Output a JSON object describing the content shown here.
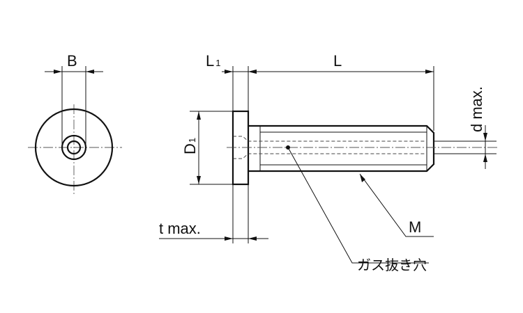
{
  "labels": {
    "B": "B",
    "L1_main": "L",
    "L1_sub": "1",
    "L": "L",
    "D1_main": "D",
    "D1_sub": "1",
    "d_max": "d max.",
    "t_max": "t max.",
    "M": "M",
    "gas_vent_hole": "ガス抜き穴"
  }
}
